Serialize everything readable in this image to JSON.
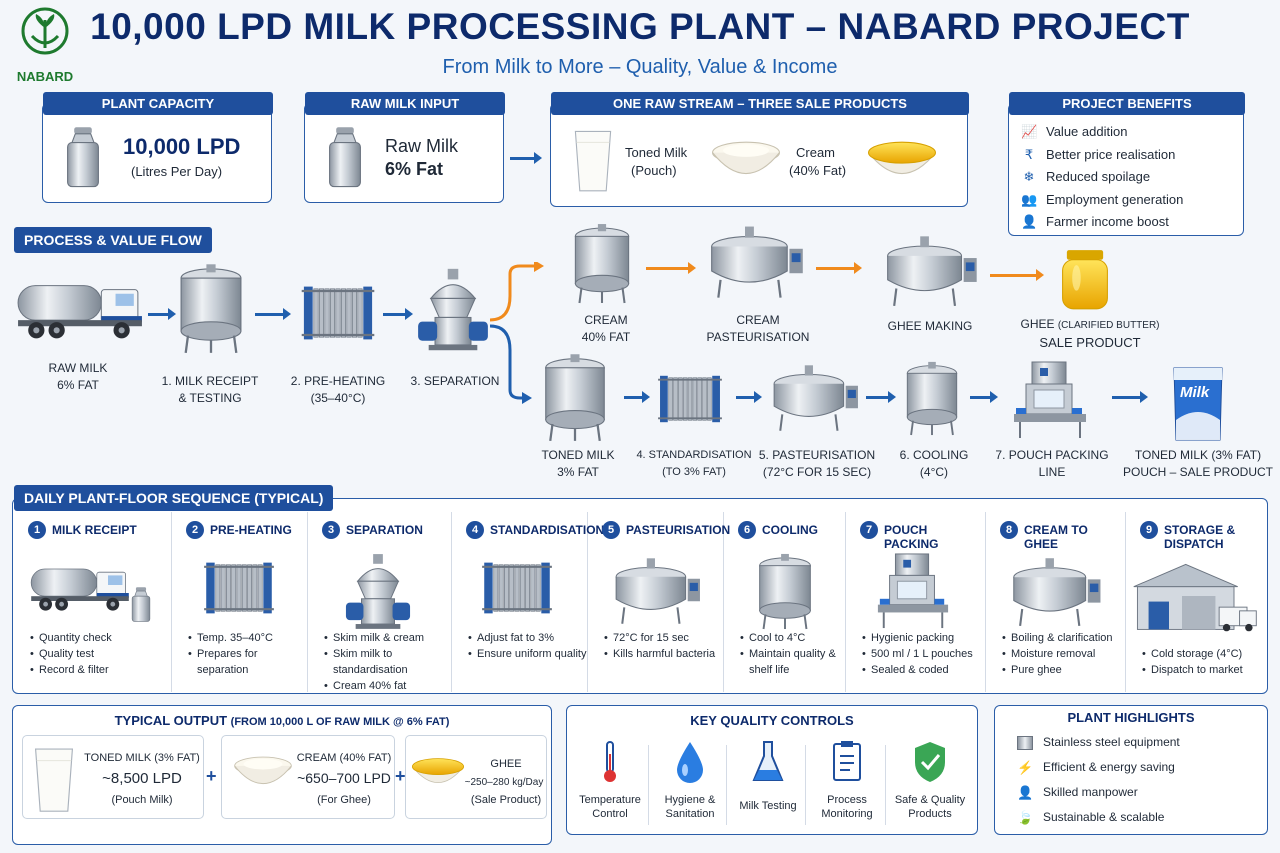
{
  "header": {
    "logo_text": "NABARD",
    "title": "10,000 LPD MILK PROCESSING PLANT – NABARD PROJECT",
    "subtitle": "From Milk to More – Quality, Value & Income"
  },
  "plant_capacity": {
    "tab": "PLANT CAPACITY",
    "value": "10,000 LPD",
    "unit": "(Litres Per Day)"
  },
  "raw_milk_input": {
    "tab": "RAW MILK INPUT",
    "line1": "Raw Milk",
    "line2": "6% Fat"
  },
  "products": {
    "tab": "ONE RAW STREAM – THREE SALE PRODUCTS",
    "items": [
      {
        "line1": "Toned Milk",
        "line2": "(Pouch)"
      },
      {
        "line1": "Cream",
        "line2": "(40% Fat)"
      }
    ]
  },
  "benefits": {
    "tab": "PROJECT BENEFITS",
    "items": [
      {
        "icon": "chart-up-icon",
        "label": "Value addition"
      },
      {
        "icon": "rupee-icon",
        "label": "Better price realisation"
      },
      {
        "icon": "snowflake-icon",
        "label": "Reduced spoilage"
      },
      {
        "icon": "people-icon",
        "label": "Employment generation"
      },
      {
        "icon": "farmer-icon",
        "label": "Farmer income boost"
      }
    ]
  },
  "flow": {
    "tab": "PROCESS & VALUE FLOW",
    "raw_milk": {
      "line1": "RAW MILK",
      "line2": "6% FAT"
    },
    "receipt": {
      "line1": "1. MILK RECEIPT",
      "line2": "& TESTING"
    },
    "preheat": {
      "line1": "2. PRE-HEATING",
      "line2": "(35–40°C)"
    },
    "separation": {
      "line1": "3. SEPARATION"
    },
    "cream": {
      "line1": "CREAM",
      "line2": "40% FAT"
    },
    "cream_past": {
      "line1": "CREAM",
      "line2": "PASTEURISATION"
    },
    "ghee_making": {
      "line1": "GHEE MAKING"
    },
    "ghee_product": {
      "line1a": "GHEE",
      "line1b": "(CLARIFIED BUTTER)",
      "line2": "SALE PRODUCT"
    },
    "toned": {
      "line1": "TONED MILK",
      "line2": "3% FAT"
    },
    "standard": {
      "line1": "4. STANDARDISATION",
      "line2": "(TO 3% FAT)"
    },
    "past": {
      "line1": "5. PASTEURISATION",
      "line2": "(72°C FOR 15 SEC)"
    },
    "cooling": {
      "line1": "6. COOLING",
      "line2": "(4°C)"
    },
    "pouch": {
      "line1": "7. POUCH PACKING",
      "line2": "LINE"
    },
    "pouch_product": {
      "line1": "TONED MILK (3% FAT)",
      "line2": "POUCH – SALE PRODUCT"
    },
    "pouch_brand": "Milk"
  },
  "sequence": {
    "tab": "DAILY PLANT-FLOOR SEQUENCE (TYPICAL)",
    "steps": [
      {
        "num": "1",
        "title": "MILK RECEIPT",
        "bullets": [
          "Quantity check",
          "Quality test",
          "Record & filter"
        ]
      },
      {
        "num": "2",
        "title": "PRE-HEATING",
        "bullets": [
          "Temp. 35–40°C",
          "Prepares for separation"
        ]
      },
      {
        "num": "3",
        "title": "SEPARATION",
        "bullets": [
          "Skim milk & cream",
          "Skim milk to standardisation",
          "Cream 40% fat"
        ]
      },
      {
        "num": "4",
        "title": "STANDARDISATION",
        "bullets": [
          "Adjust fat to 3%",
          "Ensure uniform quality"
        ]
      },
      {
        "num": "5",
        "title": "PASTEURISATION",
        "bullets": [
          "72°C for 15 sec",
          "Kills harmful bacteria"
        ]
      },
      {
        "num": "6",
        "title": "COOLING",
        "bullets": [
          "Cool to 4°C",
          "Maintain quality & shelf life"
        ]
      },
      {
        "num": "7",
        "title": "POUCH PACKING",
        "bullets": [
          "Hygienic packing",
          "500 ml / 1 L pouches",
          "Sealed & coded"
        ]
      },
      {
        "num": "8",
        "title": "CREAM TO GHEE",
        "bullets": [
          "Boiling & clarification",
          "Moisture removal",
          "Pure ghee"
        ]
      },
      {
        "num": "9",
        "title": "STORAGE & DISPATCH",
        "bullets": [
          "Cold storage (4°C)",
          "Dispatch to market"
        ]
      }
    ]
  },
  "output": {
    "title_main": "TYPICAL OUTPUT",
    "title_sub": "(FROM 10,000 L OF RAW MILK @ 6% FAT)",
    "items": [
      {
        "name": "TONED MILK (3% FAT)",
        "value": "~8,500 LPD",
        "note": "(Pouch Milk)"
      },
      {
        "name": "CREAM (40% FAT)",
        "value": "~650–700 LPD",
        "note": "(For Ghee)"
      },
      {
        "name": "GHEE",
        "value": "~250–280 kg/Day",
        "note": "(Sale Product)"
      }
    ],
    "plus": "+"
  },
  "quality": {
    "title": "KEY QUALITY CONTROLS",
    "items": [
      {
        "icon": "thermometer-icon",
        "line1": "Temperature",
        "line2": "Control"
      },
      {
        "icon": "water-drop-icon",
        "line1": "Hygiene &",
        "line2": "Sanitation"
      },
      {
        "icon": "flask-icon",
        "line1": "Milk Testing",
        "line2": ""
      },
      {
        "icon": "clipboard-icon",
        "line1": "Process",
        "line2": "Monitoring"
      },
      {
        "icon": "shield-check-icon",
        "line1": "Safe & Quality",
        "line2": "Products"
      }
    ]
  },
  "highlights": {
    "title": "PLANT HIGHLIGHTS",
    "items": [
      {
        "icon": "steel-icon",
        "label": "Stainless steel equipment"
      },
      {
        "icon": "energy-icon",
        "label": "Efficient & energy saving"
      },
      {
        "icon": "worker-icon",
        "label": "Skilled manpower"
      },
      {
        "icon": "leaf-icon",
        "label": "Sustainable & scalable"
      }
    ]
  },
  "colors": {
    "navy": "#0d2a6b",
    "blue": "#1f4f9d",
    "orange": "#f08a1c",
    "steel": "#c9d0d8",
    "ghee": "#f5c518"
  }
}
